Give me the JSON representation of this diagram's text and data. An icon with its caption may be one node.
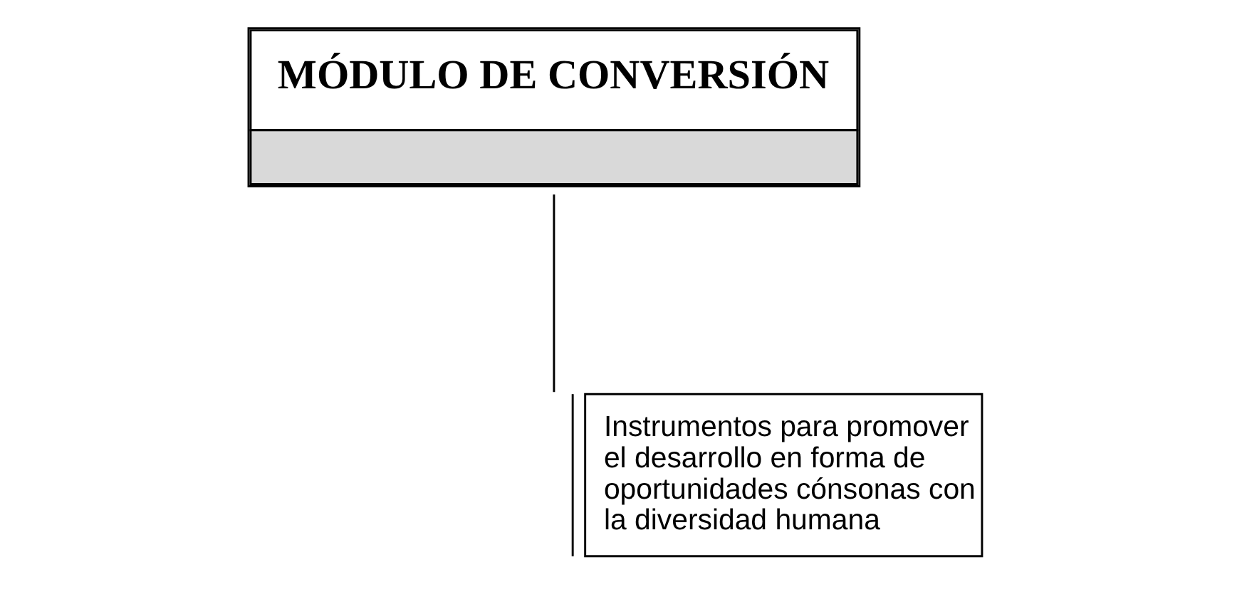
{
  "diagram": {
    "nodes": [
      {
        "text": [
          "MÓDULO DE CONVERSIÓN"
        ]
      },
      {
        "text": [
          "Instrumentos para promover el desarrollo en forma de oportunidades cónsonas con la diversidad humana"
        ]
      }
    ],
    "edges": [
      {
        "from": 0,
        "to": 1,
        "arrow": "none"
      }
    ]
  }
}
